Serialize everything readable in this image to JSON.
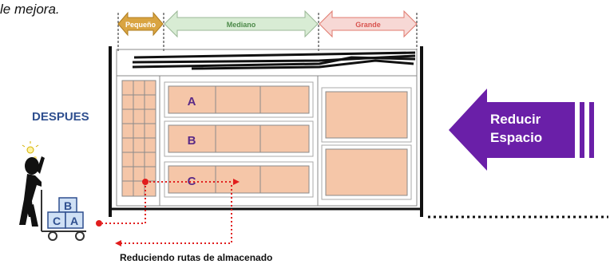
{
  "caption_top": "le mejora.",
  "side_label": "DESPUES",
  "size_arrows": {
    "small": "Pequeño",
    "medium": "Mediano",
    "large": "Grande"
  },
  "rack_rows": [
    "A",
    "B",
    "C"
  ],
  "arrow_label_line1": "Reducir",
  "arrow_label_line2": "Espacio",
  "box_labels": {
    "top": "B",
    "left": "C",
    "right": "A"
  },
  "bottom_label": "Reduciendo rutas de almacenado",
  "colors": {
    "bin_fill": "#f5c6a8",
    "bin_stroke": "#8a8a8a",
    "arrow_purple": "#6a1fa8",
    "route_red": "#e11d1d",
    "small_arrow": "#d9a441",
    "medium_arrow": "#d8ecd4",
    "large_arrow": "#f7d8d5",
    "despues_blue": "#2f4f8f"
  }
}
